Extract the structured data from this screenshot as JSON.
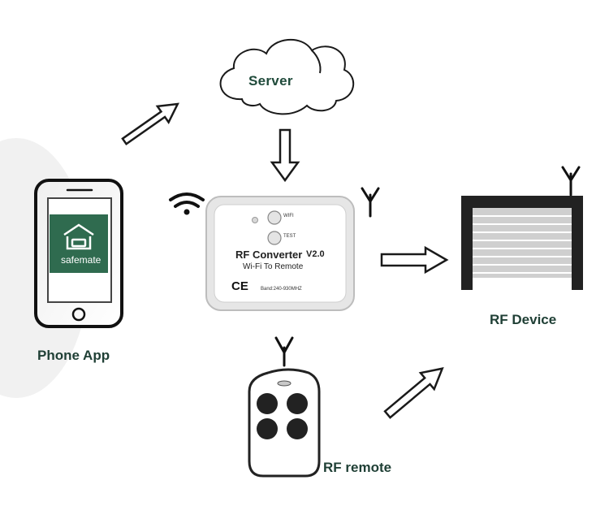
{
  "nodes": {
    "server": "Server",
    "phone_app": "Phone App",
    "rf_device": "RF Device",
    "rf_remote": "RF remote"
  },
  "phone_screen": {
    "app_name": "safemate"
  },
  "converter": {
    "title": "RF Converter",
    "version": "V2.0",
    "subtitle": "Wi-Fi To Remote",
    "wifi_button": "WIFI",
    "test_button": "TEST",
    "ce_mark": "CE",
    "band": "Band:240-930MHZ"
  },
  "colors": {
    "label_text": "#1f3f35",
    "app_tile": "#2f6b4f",
    "device_frame": "#222222",
    "device_slats": "#c9c9c9",
    "arrow_stroke": "#1a1a1a"
  },
  "icons": [
    "cloud-icon",
    "smartphone-icon",
    "wifi-signal-icon",
    "antenna-icon",
    "roller-shutter-icon",
    "remote-control-icon",
    "arrow-icon"
  ]
}
